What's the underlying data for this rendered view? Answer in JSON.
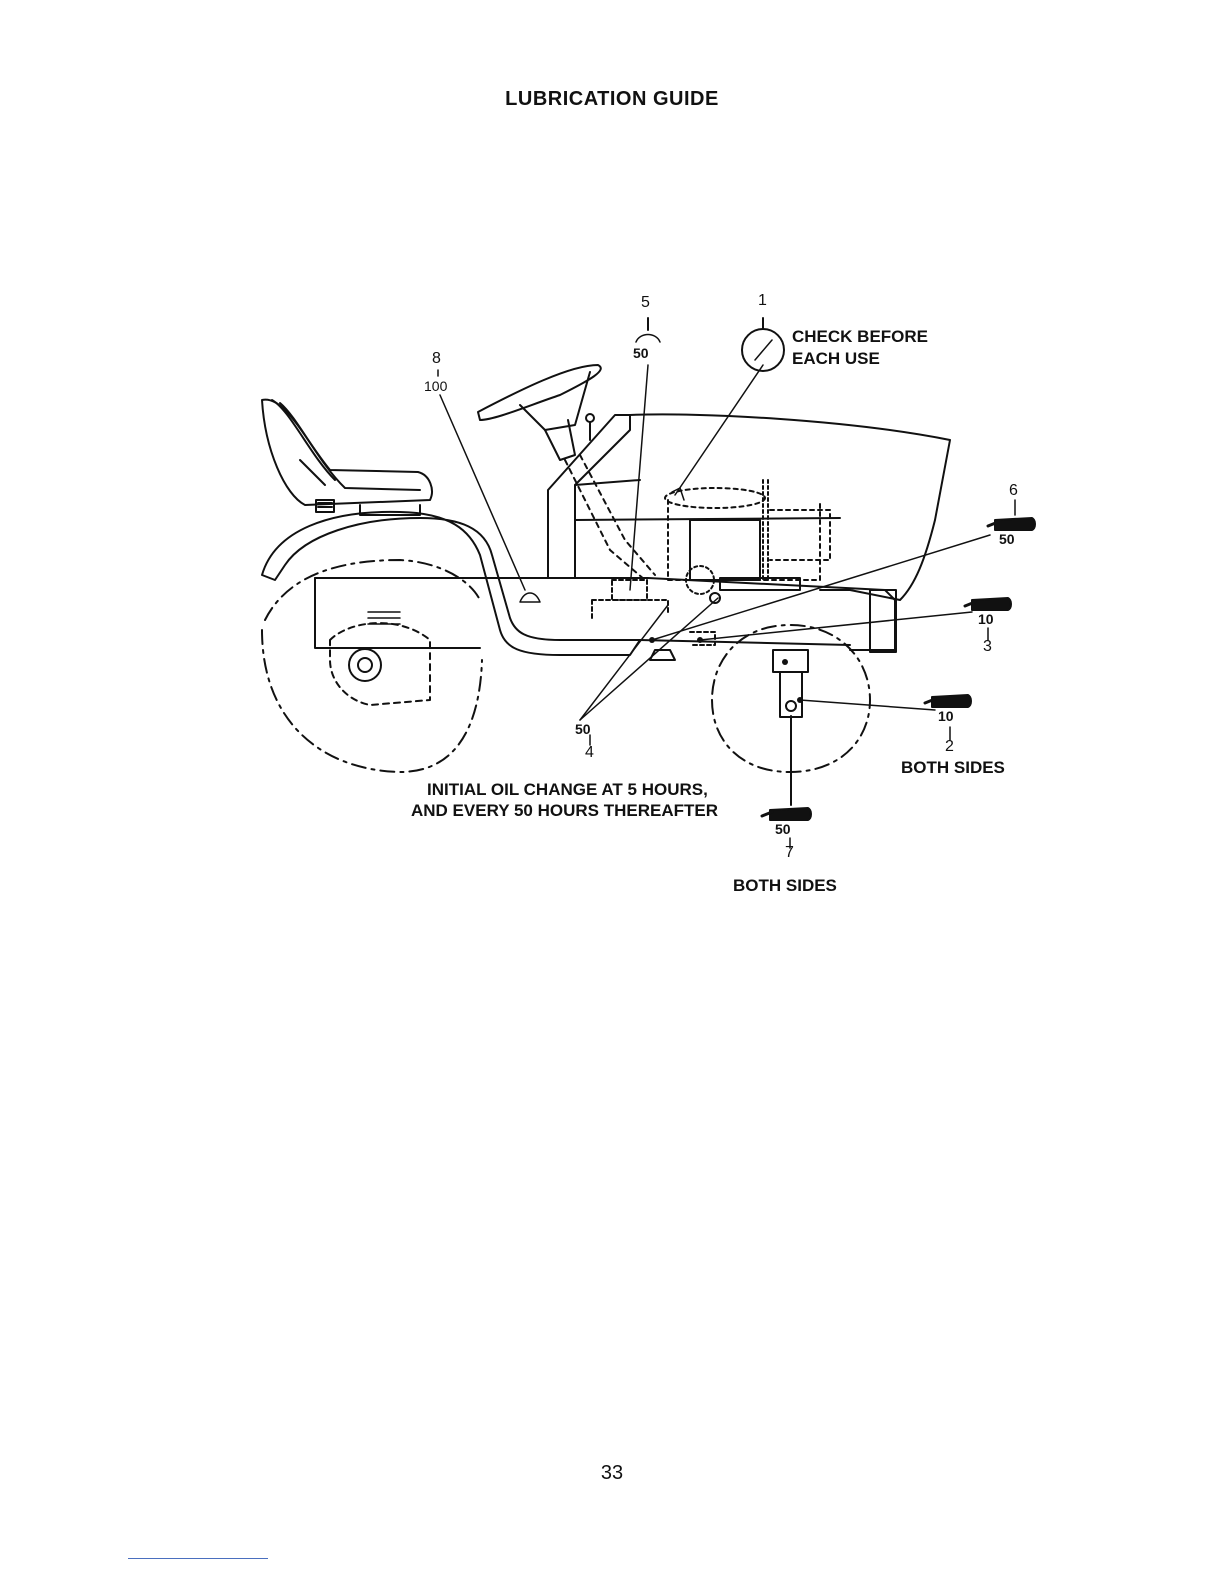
{
  "page": {
    "title": "LUBRICATION GUIDE",
    "page_number": "33"
  },
  "callouts": [
    {
      "id": "1",
      "interval": "",
      "note": "CHECK BEFORE\nEACH USE"
    },
    {
      "id": "2",
      "interval": "10",
      "note": "BOTH SIDES"
    },
    {
      "id": "3",
      "interval": "10",
      "note": ""
    },
    {
      "id": "4",
      "interval": "50",
      "note": ""
    },
    {
      "id": "5",
      "interval": "50",
      "note": ""
    },
    {
      "id": "6",
      "interval": "50",
      "note": ""
    },
    {
      "id": "7",
      "interval": "50",
      "note": "BOTH SIDES"
    },
    {
      "id": "8",
      "interval": "100",
      "note": ""
    }
  ],
  "oil_change_note": {
    "line1": "INITIAL OIL CHANGE AT 5 HOURS,",
    "line2": "AND EVERY 50 HOURS THEREAFTER"
  },
  "icons": [
    "oil-can-icon",
    "grease-gun-icon",
    "hour-meter-icon",
    "dipstick-gauge-icon"
  ]
}
